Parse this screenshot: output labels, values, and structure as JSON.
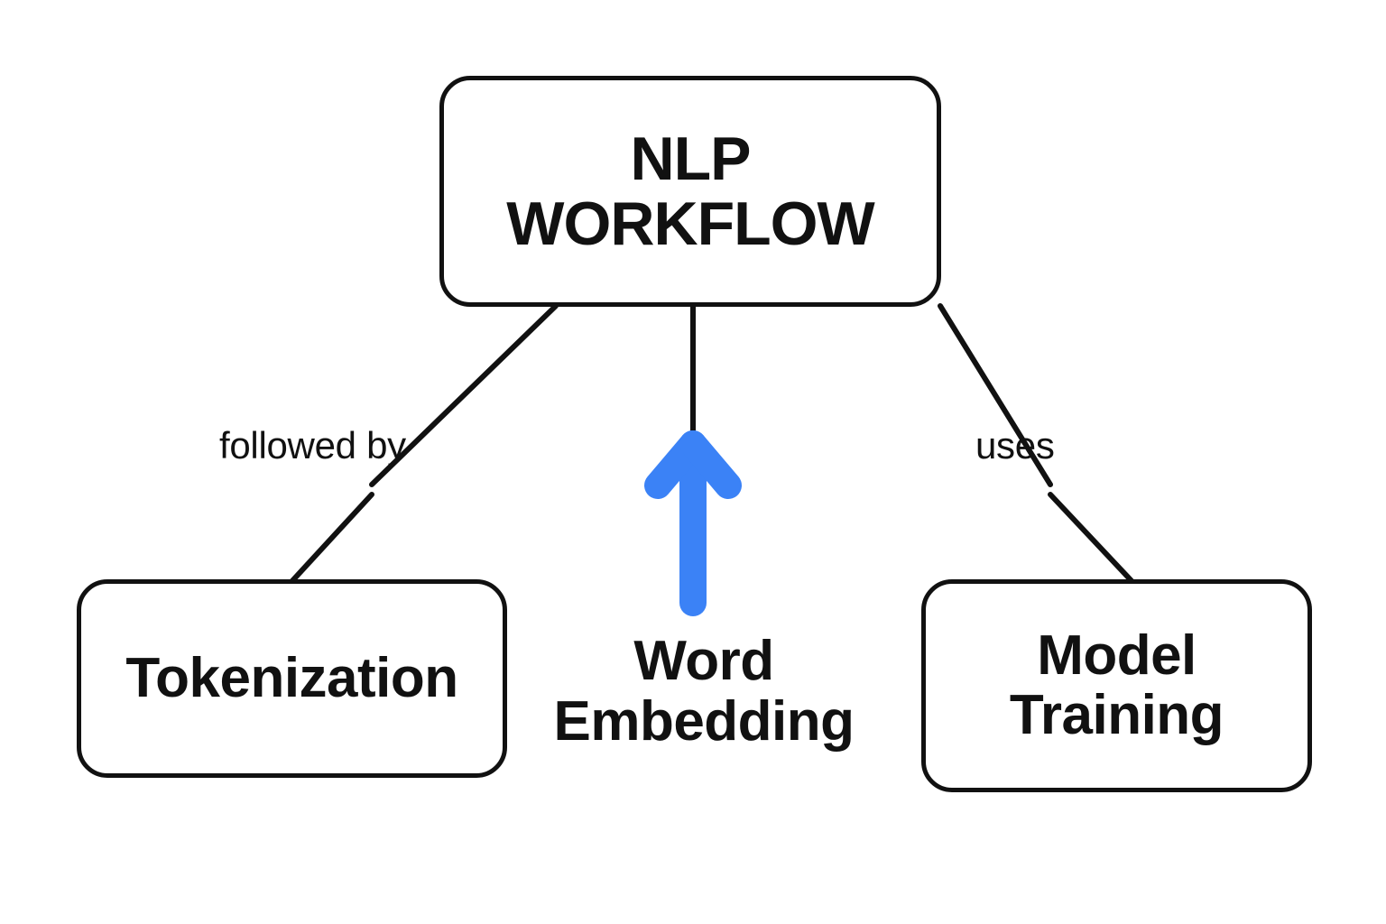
{
  "diagram": {
    "type": "concept-map",
    "background_color": "#ffffff",
    "stroke_color": "#111111",
    "accent_color": "#3b82f6",
    "root": {
      "id": "nlp-workflow",
      "label": "NLP\nWORKFLOW",
      "shape": "rounded-rectangle",
      "bold": true
    },
    "nodes": [
      {
        "id": "tokenization",
        "label": "Tokenization",
        "shape": "rounded-rectangle",
        "bold": true
      },
      {
        "id": "word-embedding",
        "label": "Word\nEmbedding",
        "shape": "none",
        "bold": true
      },
      {
        "id": "model-training",
        "label": "Model\nTraining",
        "shape": "rounded-rectangle",
        "bold": true
      }
    ],
    "edges": [
      {
        "id": "edge-followed-by",
        "from": "nlp-workflow",
        "to": "tokenization",
        "label": "followed by",
        "style": "plain-line",
        "color": "#111111"
      },
      {
        "id": "edge-word-embedding",
        "from": "word-embedding",
        "to": "nlp-workflow",
        "label": "",
        "style": "blue-arrow-up",
        "color": "#3b82f6"
      },
      {
        "id": "edge-uses",
        "from": "nlp-workflow",
        "to": "model-training",
        "label": "uses",
        "style": "plain-line",
        "color": "#111111"
      }
    ]
  }
}
